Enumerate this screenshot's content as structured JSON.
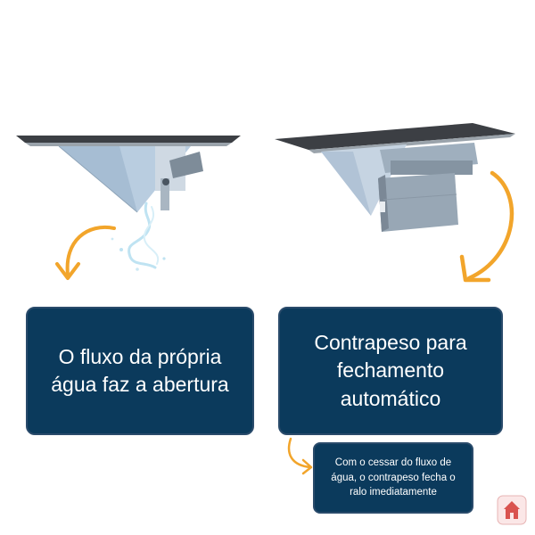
{
  "cards": {
    "flow_opening": "O fluxo da própria água faz a abertura",
    "counterweight": "Contrapeso para fechamento automático",
    "note": "Com o cessar do fluxo de água, o contrapeso fecha o ralo imediatamente"
  },
  "colors": {
    "card_background": "#0b3a5c",
    "card_border": "#2a4b6b",
    "arrow": "#f2a52b",
    "text": "#ffffff"
  },
  "icons": {
    "left_arrow": "curved-arrow-icon",
    "right_arrow": "curved-arrow-icon",
    "note_arrow": "curved-arrow-icon",
    "logo": "house-logo-icon"
  }
}
